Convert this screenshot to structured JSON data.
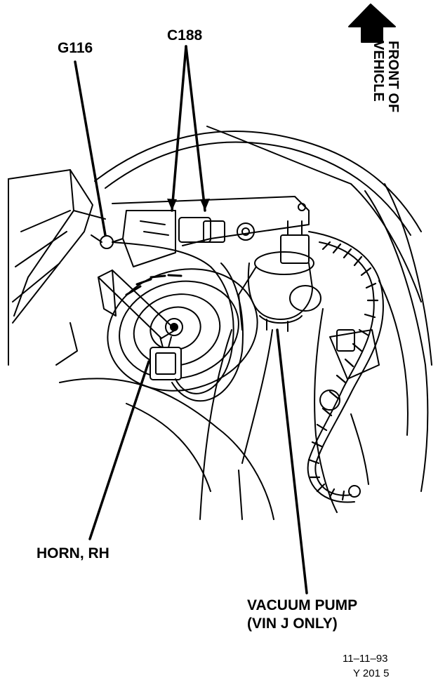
{
  "labels": {
    "g116": "G116",
    "c188": "C188",
    "front_line1": "FRONT OF",
    "front_line2": "VEHICLE",
    "horn": "HORN, RH",
    "vacuum_line1": "VACUUM PUMP",
    "vacuum_line2": "(VIN J ONLY)",
    "date": "11–11–93",
    "figure_id": "Y 201 5"
  },
  "colors": {
    "ink": "#000000",
    "paper": "#ffffff"
  }
}
